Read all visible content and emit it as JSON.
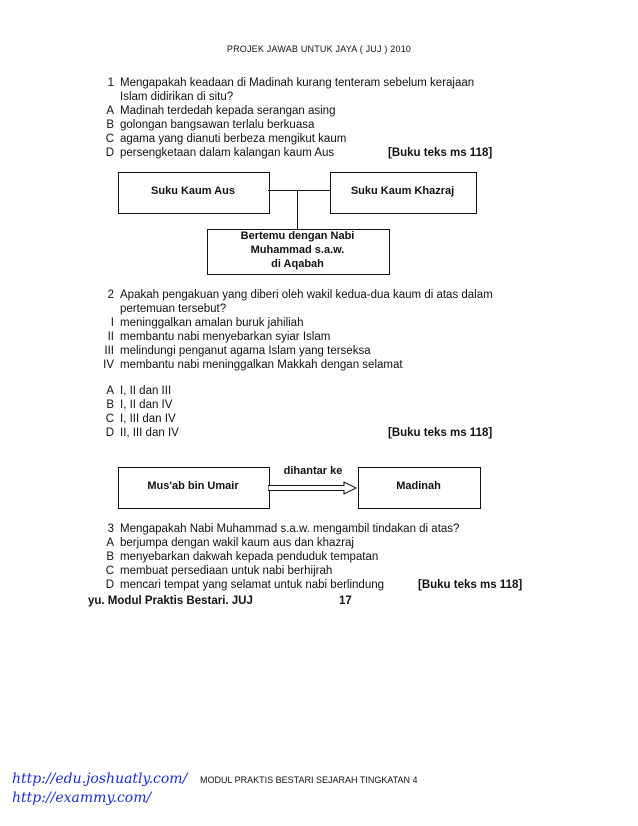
{
  "header": "PROJEK JAWAB UNTUK JAYA ( JUJ ) 2010",
  "q1": {
    "num": "1",
    "line1": "Mengapakah keadaan di Madinah kurang tenteram sebelum kerajaan",
    "line2": "Islam didirikan di situ?",
    "options": [
      {
        "label": "A",
        "text": "Madinah terdedah kepada serangan asing"
      },
      {
        "label": "B",
        "text": "golongan bangsawan terlalu berkuasa"
      },
      {
        "label": "C",
        "text": "agama yang dianuti berbeza mengikut kaum"
      },
      {
        "label": "D",
        "text": "persengketaan dalam kalangan kaum Aus"
      }
    ],
    "ref": "[Buku teks ms 118]"
  },
  "diagram1": {
    "left_box": "Suku Kaum Aus",
    "right_box": "Suku Kaum Khazraj",
    "bottom_line1": "Bertemu dengan Nabi",
    "bottom_line2": "Muhammad s.a.w.",
    "bottom_line3": "di Aqabah"
  },
  "q2": {
    "num": "2",
    "line1": "Apakah pengakuan yang diberi oleh wakil kedua-dua kaum di atas dalam",
    "line2": "pertemuan tersebut?",
    "statements": [
      {
        "label": "I",
        "text": "meninggalkan amalan buruk jahiliah"
      },
      {
        "label": "II",
        "text": "membantu nabi menyebarkan syiar Islam"
      },
      {
        "label": "III",
        "text": "melindungi penganut agama Islam yang terseksa"
      },
      {
        "label": "IV",
        "text": "membantu nabi meninggalkan Makkah dengan selamat"
      }
    ],
    "options": [
      {
        "label": "A",
        "text": "I, II dan III"
      },
      {
        "label": "B",
        "text": "I, II dan IV"
      },
      {
        "label": "C",
        "text": "I, III dan IV"
      },
      {
        "label": "D",
        "text": "II, III dan IV"
      }
    ],
    "ref": "[Buku teks ms 118]"
  },
  "diagram2": {
    "left_box": "Mus'ab bin Umair",
    "arrow_label": "dihantar ke",
    "right_box": "Madinah"
  },
  "q3": {
    "num": "3",
    "line1": "Mengapakah Nabi Muhammad s.a.w. mengambil tindakan di atas?",
    "options": [
      {
        "label": "A",
        "text": "berjumpa dengan wakil kaum aus dan khazraj"
      },
      {
        "label": "B",
        "text": "menyebarkan dakwah kepada penduduk tempatan"
      },
      {
        "label": "C",
        "text": "membuat persediaan untuk nabi berhijrah"
      },
      {
        "label": "D",
        "text": "mencari tempat yang selamat untuk nabi berlindung"
      }
    ],
    "ref": "[Buku teks ms 118]"
  },
  "page_footer": {
    "left": "yu. Modul Praktis Bestari. JUJ",
    "page": "17"
  },
  "bottom": {
    "url1": "http://edu.joshuatly.com/",
    "url2": "http://exammy.com/",
    "module": "MODUL PRAKTIS BESTARI SEJARAH TINGKATAN 4"
  }
}
